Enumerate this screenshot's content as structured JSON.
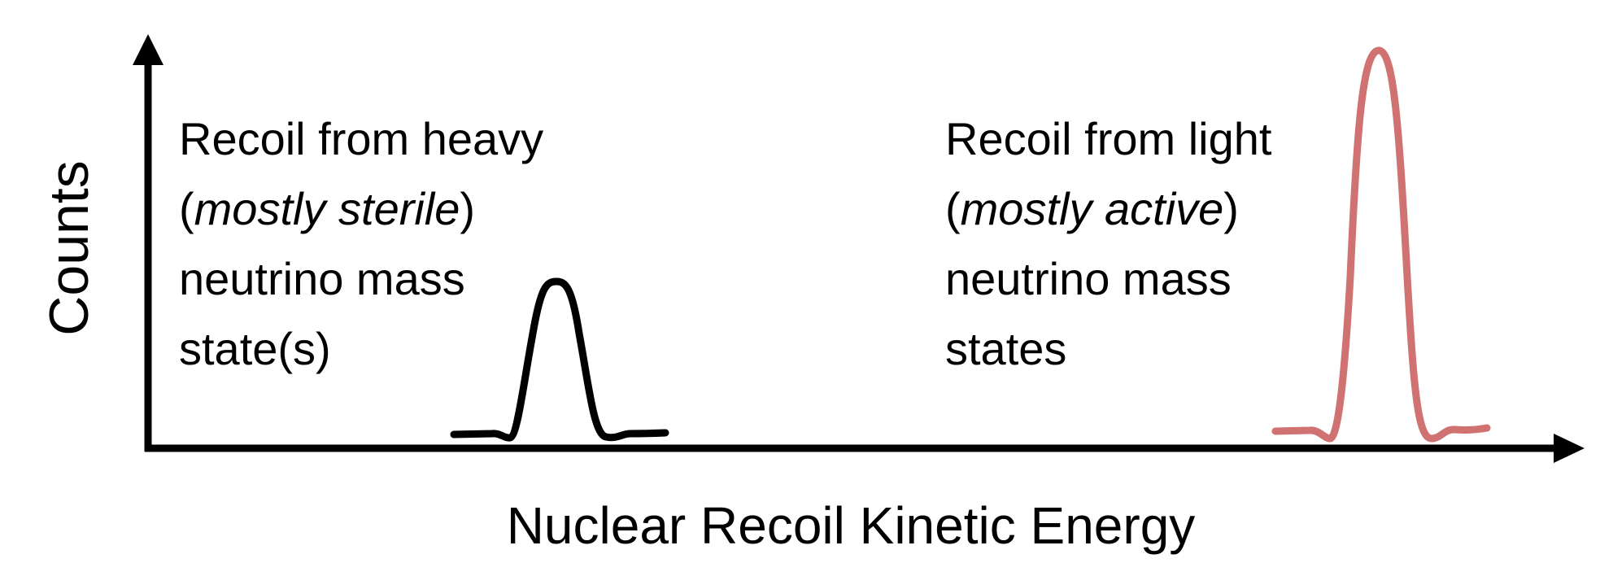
{
  "axes": {
    "y_label": "Counts",
    "x_label": "Nuclear Recoil Kinetic Energy"
  },
  "annotations": {
    "heavy": {
      "line1": "Recoil from heavy",
      "line2_open": "(",
      "line2_italic": "mostly sterile",
      "line2_close": ")",
      "line3": "neutrino mass",
      "line4": "state(s)"
    },
    "light": {
      "line1": "Recoil from light",
      "line2_open": "(",
      "line2_italic": "mostly active",
      "line2_close": ")",
      "line3": "neutrino mass",
      "line4": "states"
    }
  },
  "colors": {
    "axis": "#000000",
    "heavy_peak": "#000000",
    "light_peak": "#d07272"
  }
}
